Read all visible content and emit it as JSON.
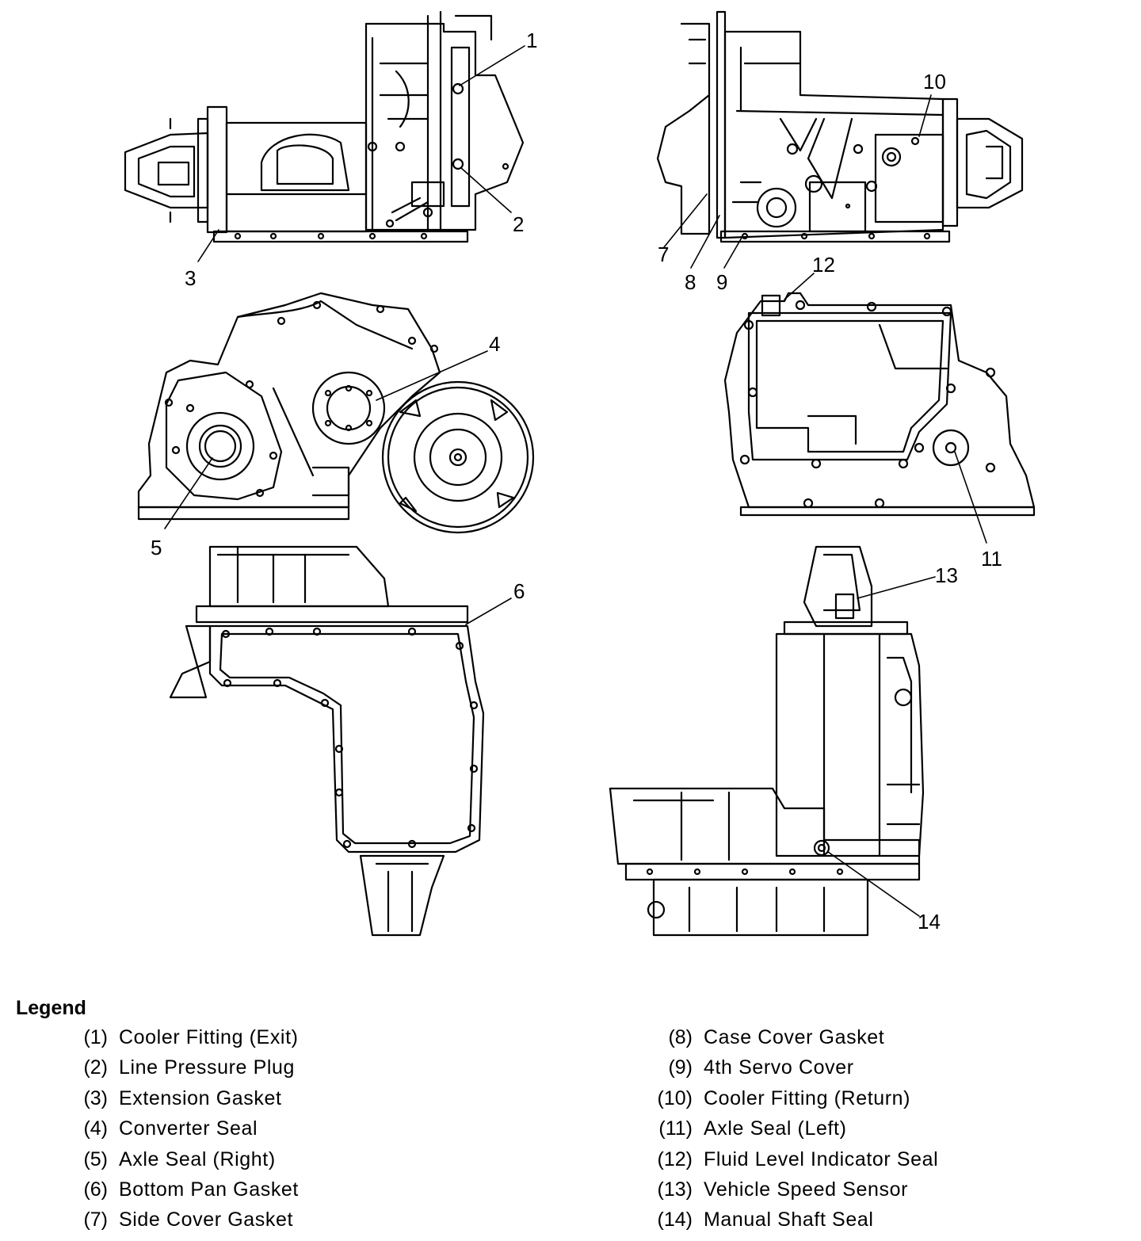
{
  "callouts": [
    {
      "id": "1",
      "text": "1"
    },
    {
      "id": "2",
      "text": "2"
    },
    {
      "id": "3",
      "text": "3"
    },
    {
      "id": "4",
      "text": "4"
    },
    {
      "id": "5",
      "text": "5"
    },
    {
      "id": "6",
      "text": "6"
    },
    {
      "id": "7",
      "text": "7"
    },
    {
      "id": "8",
      "text": "8"
    },
    {
      "id": "9",
      "text": "9"
    },
    {
      "id": "10",
      "text": "10"
    },
    {
      "id": "11",
      "text": "11"
    },
    {
      "id": "12",
      "text": "12"
    },
    {
      "id": "13",
      "text": "13"
    },
    {
      "id": "14",
      "text": "14"
    }
  ],
  "legend": {
    "title": "Legend",
    "left": [
      {
        "num": "(1)",
        "label": "Cooler Fitting (Exit)"
      },
      {
        "num": "(2)",
        "label": "Line Pressure Plug"
      },
      {
        "num": "(3)",
        "label": "Extension Gasket"
      },
      {
        "num": "(4)",
        "label": "Converter Seal"
      },
      {
        "num": "(5)",
        "label": "Axle Seal (Right)"
      },
      {
        "num": "(6)",
        "label": "Bottom Pan Gasket"
      },
      {
        "num": "(7)",
        "label": "Side Cover Gasket"
      }
    ],
    "right": [
      {
        "num": "(8)",
        "label": "Case Cover Gasket"
      },
      {
        "num": "(9)",
        "label": "4th Servo Cover"
      },
      {
        "num": "(10)",
        "label": "Cooler Fitting (Return)"
      },
      {
        "num": "(11)",
        "label": "Axle Seal (Left)"
      },
      {
        "num": "(12)",
        "label": "Fluid Level Indicator Seal"
      },
      {
        "num": "(13)",
        "label": "Vehicle Speed Sensor"
      },
      {
        "num": "(14)",
        "label": "Manual Shaft Seal"
      }
    ]
  }
}
